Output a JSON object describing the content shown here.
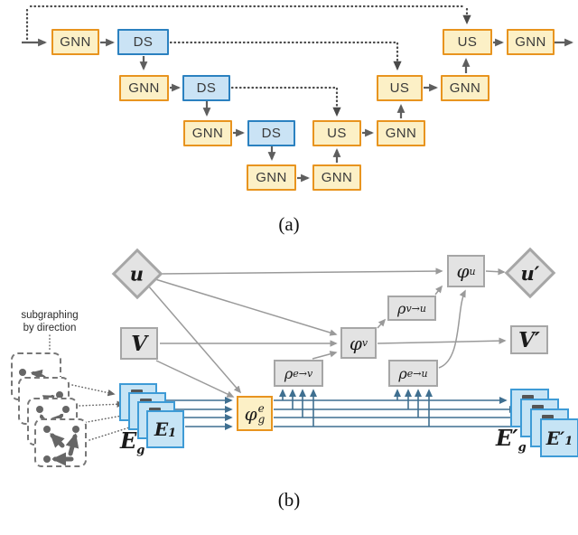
{
  "figure_a": {
    "caption": "(a)",
    "labels": {
      "gnn": "GNN",
      "ds": "DS",
      "us": "US"
    },
    "colors": {
      "gnn_border": "#e8941f",
      "gnn_fill": "#fcf0c6",
      "ds_border": "#2b81c0",
      "ds_fill": "#cae3f5",
      "arrow": "#5e5e5e",
      "dotted_skip": "#4a4a4a"
    }
  },
  "figure_b": {
    "caption": "(b)",
    "annotation": {
      "line1": "subgraphing",
      "line2": "by direction"
    },
    "nodes": {
      "u": {
        "label": "u"
      },
      "v": {
        "label": "V"
      },
      "phi_e": {
        "base": "φ",
        "sup": "e",
        "sub": "g"
      },
      "rho_ev": {
        "base": "ρ",
        "sup": "e→v"
      },
      "phi_v": {
        "base": "φ",
        "sup": "v"
      },
      "rho_vu": {
        "base": "ρ",
        "sup": "v→u"
      },
      "rho_eu": {
        "base": "ρ",
        "sup": "e→u"
      },
      "phi_u": {
        "base": "φ",
        "sup": "u"
      },
      "u_prime": {
        "label": "u′"
      },
      "v_prime": {
        "label": "V′"
      }
    },
    "e_stack": {
      "front": {
        "base": "E",
        "sub": "1"
      },
      "group_label": {
        "base": "E",
        "sub": "g"
      }
    },
    "e_prime_stack": {
      "front": {
        "base": "E′",
        "sub": "1"
      },
      "group_label": {
        "base": "E′",
        "sub": "g"
      }
    },
    "colors": {
      "node_fill": "#e3e3e3",
      "node_border": "#a6a6a6",
      "edge_gray": "#9a9a9a",
      "edge_blue": "#3f6f90",
      "stack_fill": "#c6e4f5",
      "stack_border": "#3e9bd6",
      "phi_e_fill": "#fcf0c6",
      "phi_e_border": "#e8941f",
      "dashed_subgraph": "#777777"
    }
  }
}
